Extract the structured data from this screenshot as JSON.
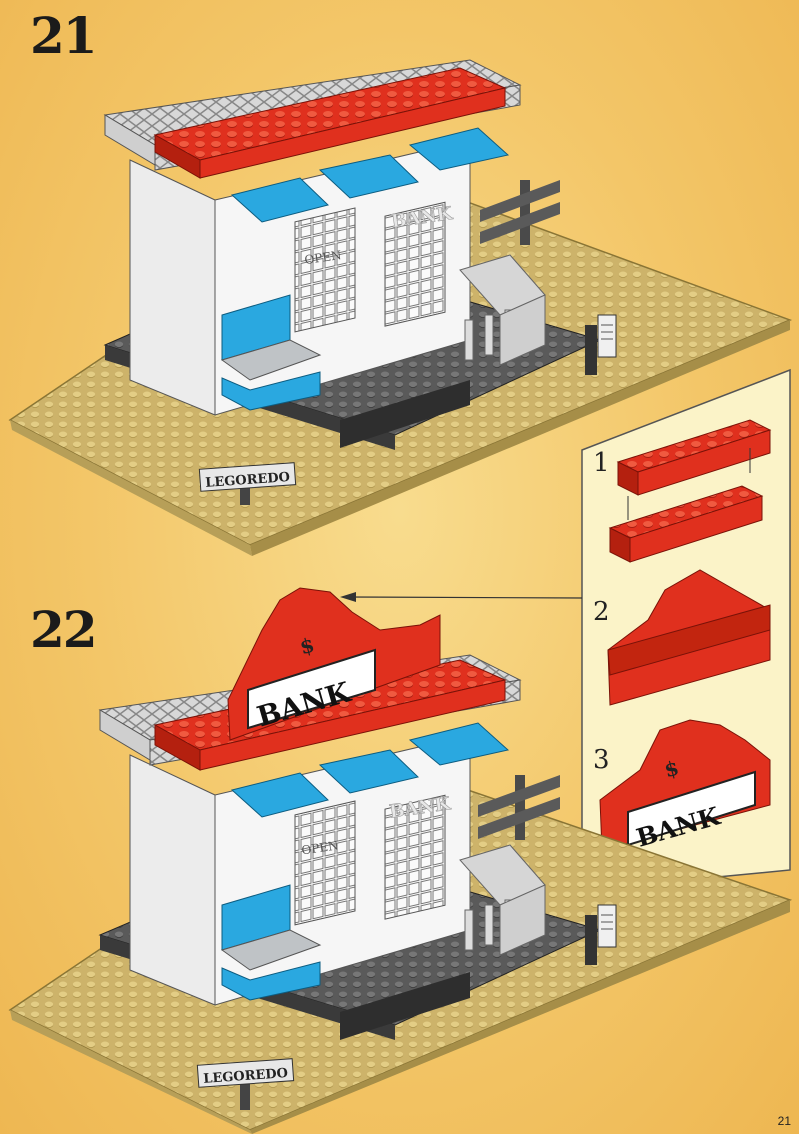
{
  "page_number": "21",
  "steps": [
    {
      "number": "21",
      "sign_text": "LEGOREDO",
      "bank_text": "BANK",
      "door_text": "OPEN"
    },
    {
      "number": "22",
      "sign_text": "LEGOREDO",
      "bank_text": "BANK",
      "door_text": "OPEN"
    }
  ],
  "callout": {
    "substeps": [
      {
        "number": "1"
      },
      {
        "number": "2"
      },
      {
        "number": "3",
        "sign_text": "BANK",
        "symbol": "$"
      }
    ]
  },
  "colors": {
    "background": "#f3c96a",
    "baseplate": "#cdb36a",
    "red_brick": "#e0301e",
    "awning_blue": "#2aa8e0",
    "wall_white": "#f2f2f2",
    "dark_gray": "#4a4a4a",
    "callout_bg": "#fbf3c8"
  },
  "icons": [
    "wanted-poster-icon",
    "hitching-post-icon",
    "fence-icon"
  ]
}
